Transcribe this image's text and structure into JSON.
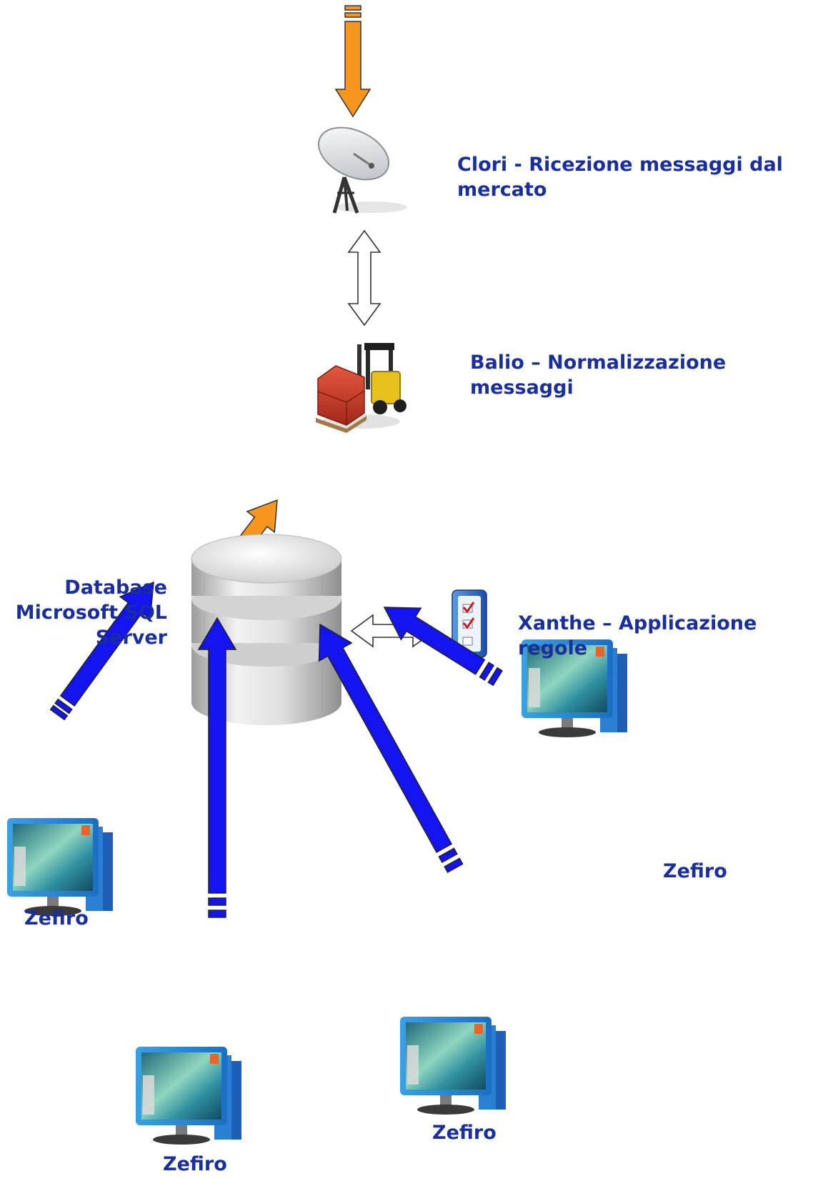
{
  "components": {
    "clori": {
      "label": "Clori - Ricezione messaggi dal mercato",
      "icon": "satellite-dish-icon"
    },
    "balio": {
      "label": "Balio – Normalizzazione messaggi",
      "icon": "forklift-icon"
    },
    "database": {
      "label": "Database Microsoft SQL Server",
      "icon": "database-icon"
    },
    "xanthe": {
      "label": "Xanthe – Applicazione regole",
      "icon": "checklist-icon"
    },
    "clients": [
      {
        "label": "Zefiro",
        "icon": "monitor-icon"
      },
      {
        "label": "Zefiro",
        "icon": "monitor-icon"
      },
      {
        "label": "Zefiro",
        "icon": "monitor-icon"
      },
      {
        "label": "Zefiro",
        "icon": "monitor-icon"
      }
    ]
  },
  "colors": {
    "label_text": "#1a2f9e",
    "incoming_arrow": "#f6961e",
    "client_arrow": "#1414f0",
    "bidirectional_arrow": "#ffffff"
  }
}
